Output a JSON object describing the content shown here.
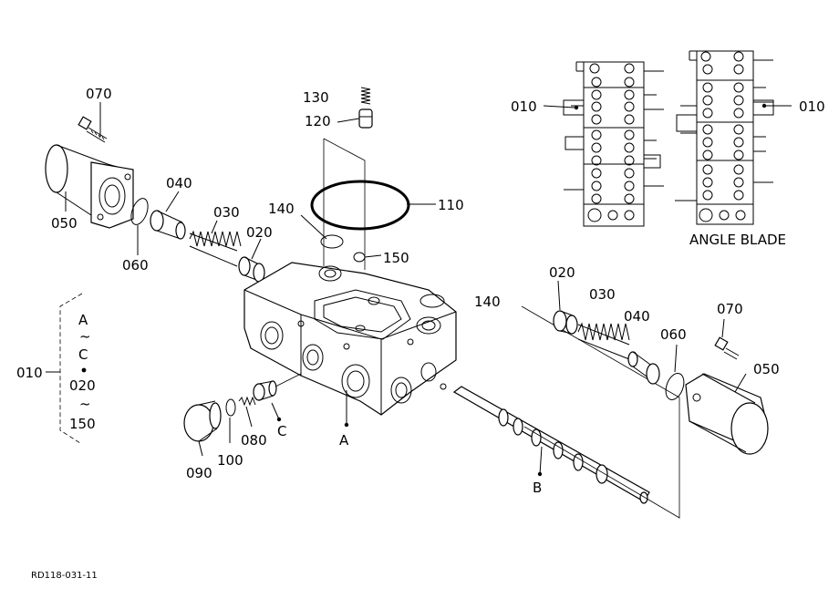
{
  "diagram": {
    "code": "RD118-031-11",
    "labels": {
      "l070a": "070",
      "l050a": "050",
      "l060a": "060",
      "l040a": "040",
      "l030a": "030",
      "l020a": "020",
      "l130": "130",
      "l120": "120",
      "l140a": "140",
      "l110": "110",
      "l150": "150",
      "l010a": "010",
      "l010b": "010",
      "angle": "ANGLE BLADE",
      "l140b": "140",
      "l020b": "020",
      "l030b": "030",
      "l040b": "040",
      "l070b": "070",
      "l060b": "060",
      "l050b": "050",
      "l010c": "010",
      "bA": "A",
      "bTilde1": "~",
      "bC": "C",
      "b020": "020",
      "bTilde2": "~",
      "b150": "150",
      "l090": "090",
      "l100": "100",
      "l080": "080",
      "ptC": "C",
      "ptA": "A",
      "ptB": "B"
    }
  }
}
